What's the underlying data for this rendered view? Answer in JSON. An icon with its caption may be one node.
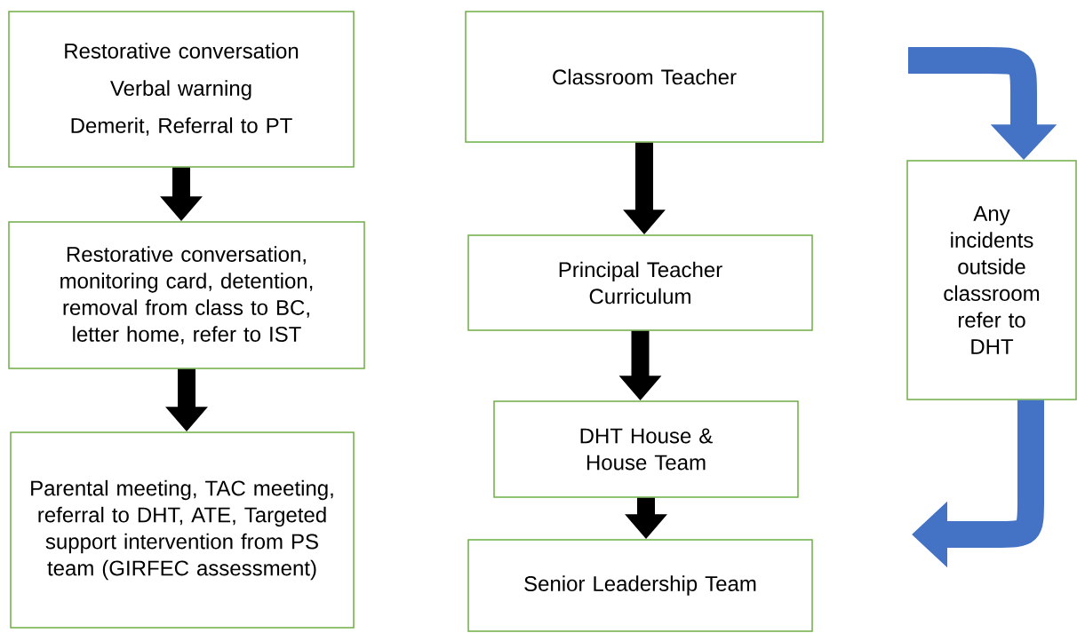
{
  "diagram": {
    "nodes": [
      {
        "text": [
          "Restorative conversation",
          "Verbal warning",
          "Demerit, Referral to PT"
        ]
      },
      {
        "text": [
          "Restorative conversation, monitoring card, detention, removal from class to BC, letter home, refer to IST"
        ]
      },
      {
        "text": [
          "Parental meeting, TAC meeting, referral to DHT, ATE, Targeted support intervention from PS team (GIRFEC assessment)"
        ]
      },
      {
        "text": [
          "Classroom Teacher"
        ]
      },
      {
        "text": [
          "Principal Teacher Curriculum"
        ]
      },
      {
        "text": [
          "DHT House & House Team"
        ]
      },
      {
        "text": [
          "Senior Leadership Team"
        ]
      },
      {
        "text": [
          "Any incidents outside classroom refer to DHT"
        ]
      }
    ],
    "edges": [
      {
        "from": 0,
        "to": 1,
        "arrow": "to"
      },
      {
        "from": 1,
        "to": 2,
        "arrow": "to"
      },
      {
        "from": 3,
        "to": 4,
        "arrow": "to"
      },
      {
        "from": 4,
        "to": 5,
        "arrow": "to"
      },
      {
        "from": 5,
        "to": 6,
        "arrow": "to"
      },
      {
        "from": null,
        "to": 7,
        "arrow": "to",
        "color": "#4472c4"
      },
      {
        "from": 7,
        "to": null,
        "arrow": "to",
        "color": "#4472c4"
      }
    ]
  }
}
